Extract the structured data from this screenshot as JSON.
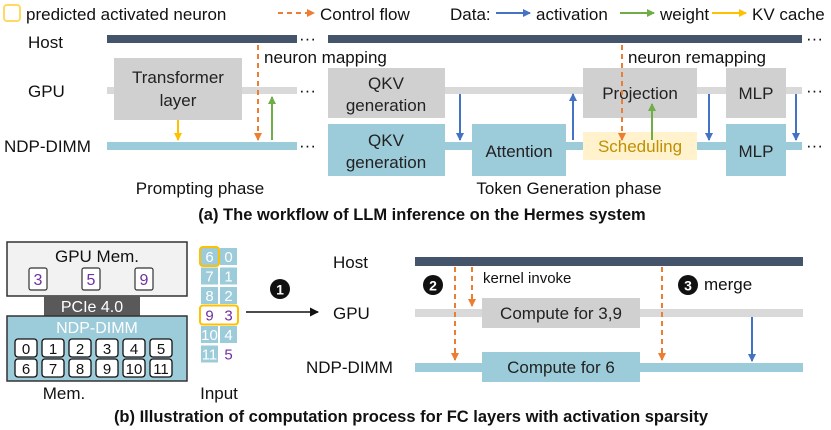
{
  "legend": {
    "predicted": "predicted activated neuron",
    "control": "Control flow",
    "data": "Data:",
    "activation": "activation",
    "weight": "weight",
    "kv": "KV cache"
  },
  "part_a": {
    "rows": {
      "host": "Host",
      "gpu": "GPU",
      "ndp": "NDP-DIMM"
    },
    "ellipsis": "···",
    "transformer_line1": "Transformer",
    "transformer_line2": "layer",
    "neuron_mapping": "neuron mapping",
    "neuron_remapping": "neuron remapping",
    "qkv_line1": "QKV",
    "qkv_line2": "generation",
    "attention": "Attention",
    "projection": "Projection",
    "scheduling": "Scheduling",
    "mlp": "MLP",
    "prompting_phase": "Prompting phase",
    "token_phase": "Token Generation phase",
    "caption": "(a) The workflow of LLM inference on the Hermes system"
  },
  "part_b": {
    "gpu_mem": "GPU Mem.",
    "gpu_cells": [
      "3",
      "5",
      "9"
    ],
    "pcie": "PCIe 4.0",
    "ndp_title": "NDP-DIMM",
    "ndp_cells_row1": [
      "0",
      "1",
      "2",
      "3",
      "4",
      "5"
    ],
    "ndp_cells_row2": [
      "6",
      "7",
      "8",
      "9",
      "10",
      "11"
    ],
    "mem": "Mem.",
    "input_rows": [
      [
        "6",
        "0"
      ],
      [
        "7",
        "1"
      ],
      [
        "8",
        "2"
      ],
      [
        "9",
        "3"
      ],
      [
        "10",
        "4"
      ],
      [
        "11",
        "5"
      ]
    ],
    "input_label": "Input",
    "step1": "1",
    "step2": "2",
    "step3": "3",
    "rows": {
      "host": "Host",
      "gpu": "GPU",
      "ndp": "NDP-DIMM"
    },
    "kernel_invoke": "kernel invoke",
    "merge": "merge",
    "compute_gpu": "Compute for 3,9",
    "compute_ndp": "Compute for 6",
    "caption": "(b) Illustration of computation process for FC layers with activation sparsity"
  },
  "colors": {
    "host_bar": "#44546a",
    "gpu_bar": "#d9d9d9",
    "ndp_bar": "#9ccbd9",
    "gray_box": "#d0d0d0",
    "teal_box": "#9ccbd9",
    "control": "#ed7d31",
    "activation": "#4472c4",
    "weight": "#70ad47",
    "kv": "#ffc000",
    "sched_fill": "#fff2cc",
    "sched_text": "#bf9000",
    "purple": "#7030a0"
  }
}
